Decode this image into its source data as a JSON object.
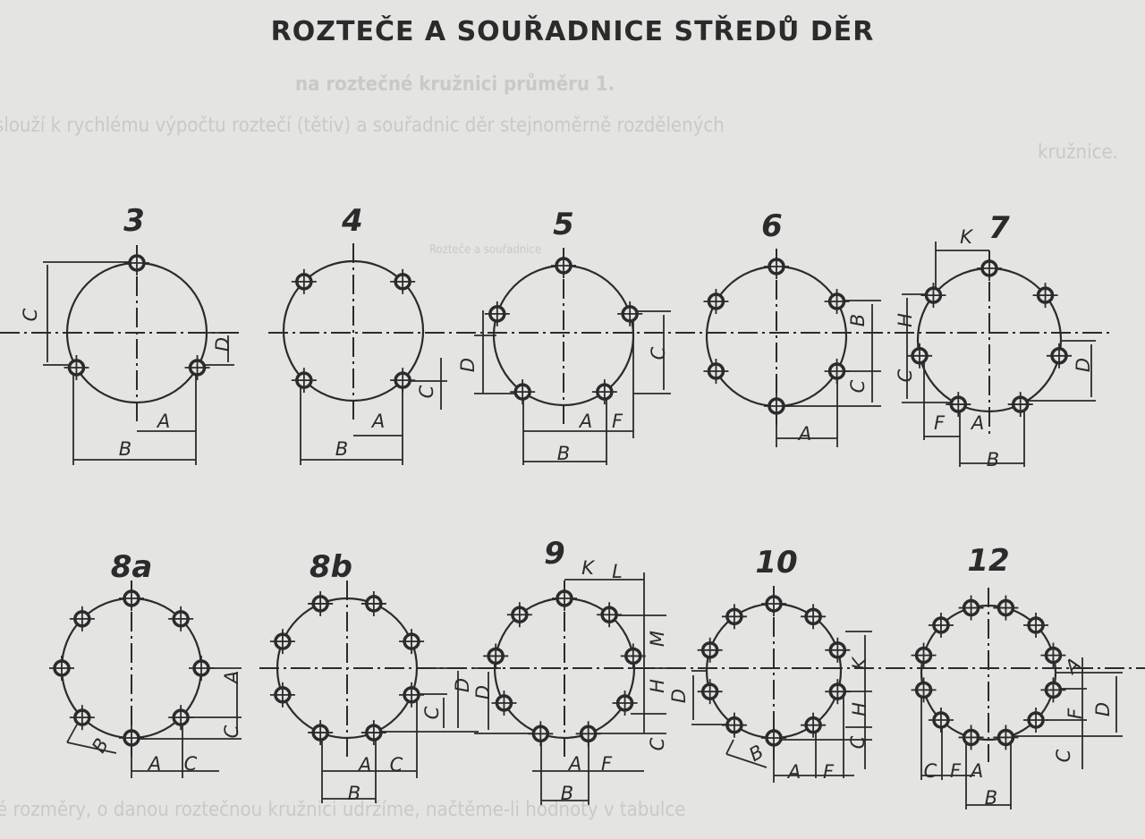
{
  "title": "ROZTEČE A SOUŘADNICE STŘEDŮ DĚR",
  "show_through_text": {
    "line1": "na roztečné kružnici průměru 1.",
    "line2": "slouží k rychlému výpočtu roztečí (tětiv) a souřadnic děr stejnoměrně rozdělených",
    "line3": "kružnice.",
    "table_heading": "Rozteče a souřadnice",
    "bottom_line": "é rozměry, o danou roztečnou kružnici udržíme, načtěme-li hodnoty v tabulce"
  },
  "diagrams": [
    {
      "number": "3",
      "holes": 3,
      "dims": [
        "C",
        "D",
        "A",
        "B"
      ]
    },
    {
      "number": "4",
      "holes": 4,
      "dims": [
        "C",
        "A",
        "B"
      ]
    },
    {
      "number": "5",
      "holes": 5,
      "dims": [
        "D",
        "C",
        "A",
        "F",
        "B"
      ]
    },
    {
      "number": "6",
      "holes": 6,
      "dims": [
        "B",
        "C",
        "A"
      ]
    },
    {
      "number": "7",
      "holes": 7,
      "dims": [
        "K",
        "H",
        "C",
        "D",
        "F",
        "A",
        "B"
      ]
    },
    {
      "number": "8a",
      "holes": 8,
      "dims": [
        "A",
        "C",
        "B",
        "A",
        "C"
      ]
    },
    {
      "number": "8b",
      "holes": 8,
      "dims": [
        "D",
        "C",
        "A",
        "C",
        "B"
      ]
    },
    {
      "number": "9",
      "holes": 9,
      "dims": [
        "K",
        "L",
        "M",
        "H",
        "C",
        "D",
        "A",
        "F",
        "B"
      ]
    },
    {
      "number": "10",
      "holes": 10,
      "dims": [
        "D",
        "K",
        "H",
        "C",
        "B",
        "A",
        "F"
      ]
    },
    {
      "number": "12",
      "holes": 12,
      "dims": [
        "A",
        "F",
        "D",
        "C",
        "C",
        "F",
        "A",
        "B"
      ]
    }
  ]
}
